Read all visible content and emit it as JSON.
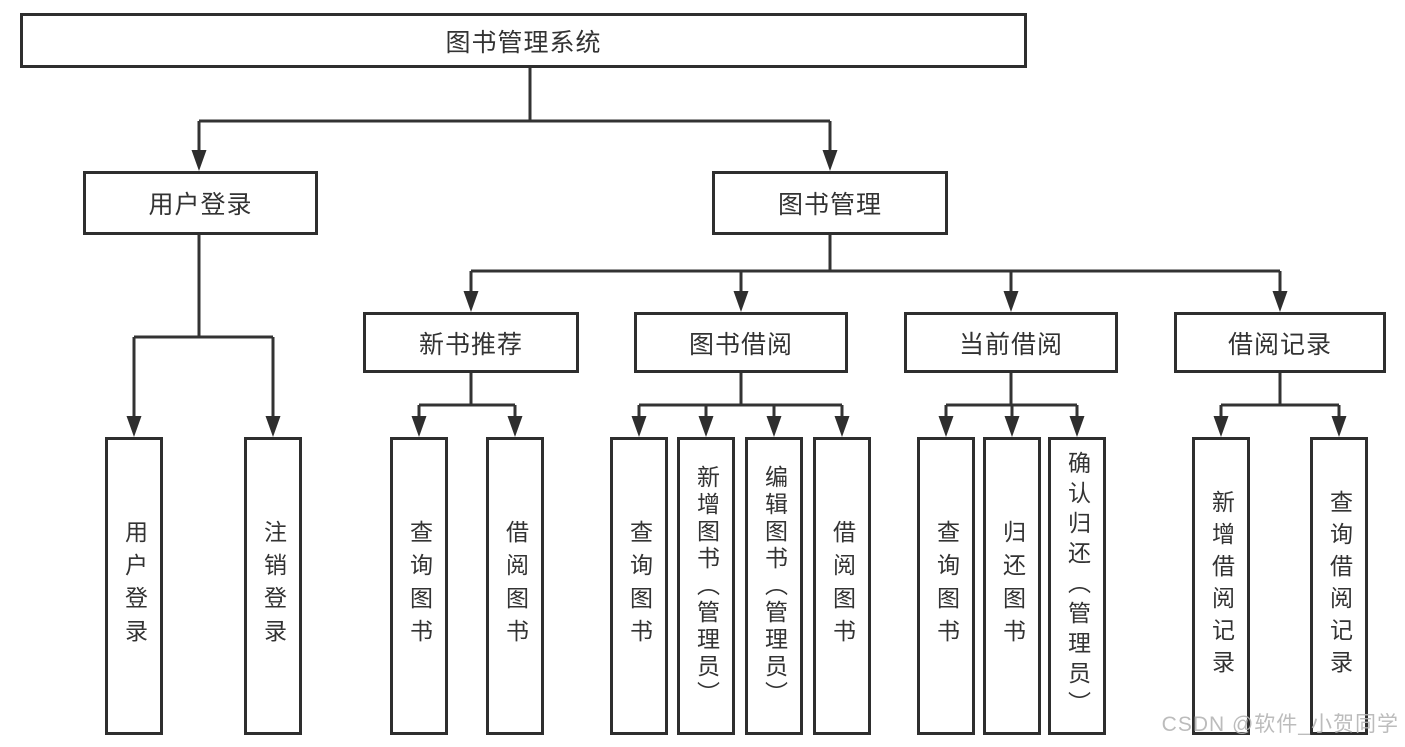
{
  "diagram": {
    "root": "图书管理系统",
    "branches": [
      {
        "label": "用户登录",
        "children": [
          "用户登录",
          "注销登录"
        ]
      },
      {
        "label": "图书管理",
        "sections": [
          {
            "label": "新书推荐",
            "children": [
              "查询图书",
              "借阅图书"
            ]
          },
          {
            "label": "图书借阅",
            "children": [
              "查询图书",
              "新增图书（管理员）",
              "编辑图书（管理员）",
              "借阅图书"
            ]
          },
          {
            "label": "当前借阅",
            "children": [
              "查询图书",
              "归还图书",
              "确认归还（管理员）"
            ]
          },
          {
            "label": "借阅记录",
            "children": [
              "新增借阅记录",
              "查询借阅记录"
            ]
          }
        ]
      }
    ],
    "watermark": "CSDN @软件_小贺同学",
    "colors": {
      "line": "#2e2e2e",
      "text": "#333333",
      "watermark": "#b5b5b5",
      "background": "#ffffff"
    }
  }
}
